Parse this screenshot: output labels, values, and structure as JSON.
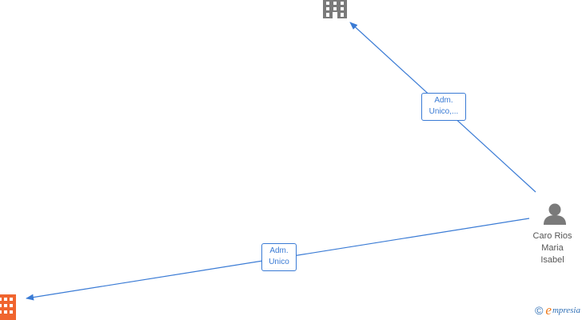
{
  "colors": {
    "edge": "#3a7bd5",
    "company_gray": "#7a7a7a",
    "company_orange": "#f0652f",
    "person": "#7a7a7a",
    "node_text": "#555555"
  },
  "nodes": {
    "company_top": {
      "icon": "building-icon",
      "color": "gray"
    },
    "company_bottom": {
      "icon": "building-icon",
      "color": "orange"
    },
    "person": {
      "icon": "person-icon",
      "name_lines": [
        "Caro Rios",
        "Maria",
        "Isabel"
      ]
    }
  },
  "edges": [
    {
      "from": "person",
      "to": "company_top",
      "label_lines": [
        "Adm.",
        "Unico,..."
      ]
    },
    {
      "from": "person",
      "to": "company_bottom",
      "label_lines": [
        "Adm.",
        "Unico"
      ]
    }
  ],
  "watermark": {
    "copyright": "©",
    "brand_initial": "e",
    "brand_rest": "mpresia"
  }
}
